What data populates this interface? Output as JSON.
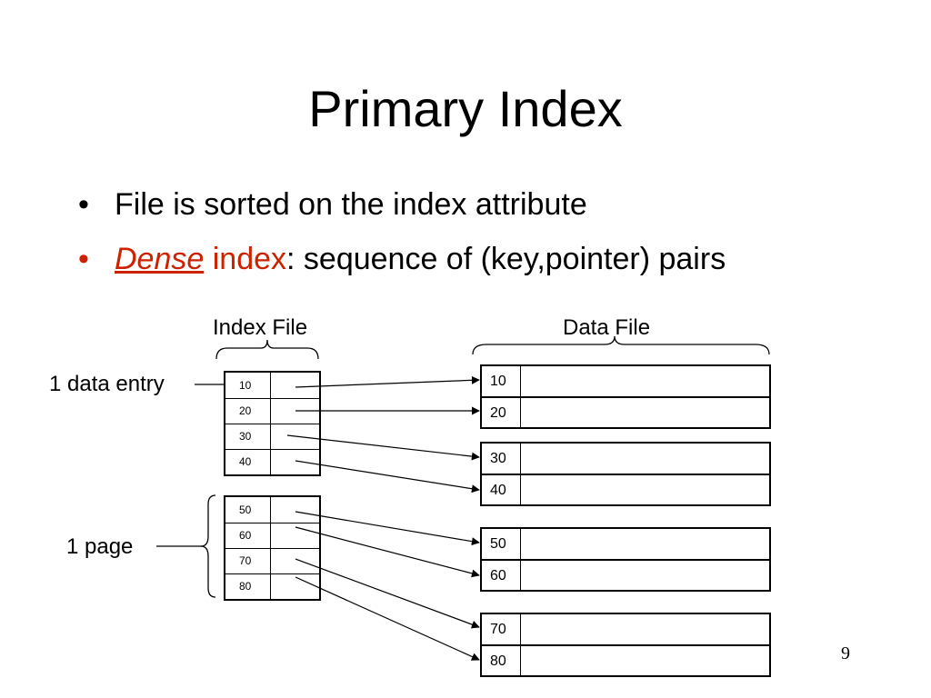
{
  "title": "Primary Index",
  "bullets": [
    {
      "text": "File is sorted on the index attribute"
    },
    {
      "em": "Dense",
      "term": "index",
      "rest": ": sequence of (key,pointer) pairs"
    }
  ],
  "labels": {
    "index_file": "Index File",
    "data_file": "Data File",
    "data_entry": "1 data entry",
    "page": "1 page"
  },
  "index_blocks": [
    {
      "keys": [
        "10",
        "20",
        "30",
        "40"
      ]
    },
    {
      "keys": [
        "50",
        "60",
        "70",
        "80"
      ]
    }
  ],
  "data_blocks": [
    {
      "keys": [
        "10",
        "20"
      ]
    },
    {
      "keys": [
        "30",
        "40"
      ]
    },
    {
      "keys": [
        "50",
        "60"
      ]
    },
    {
      "keys": [
        "70",
        "80"
      ]
    }
  ],
  "page_number": "9"
}
